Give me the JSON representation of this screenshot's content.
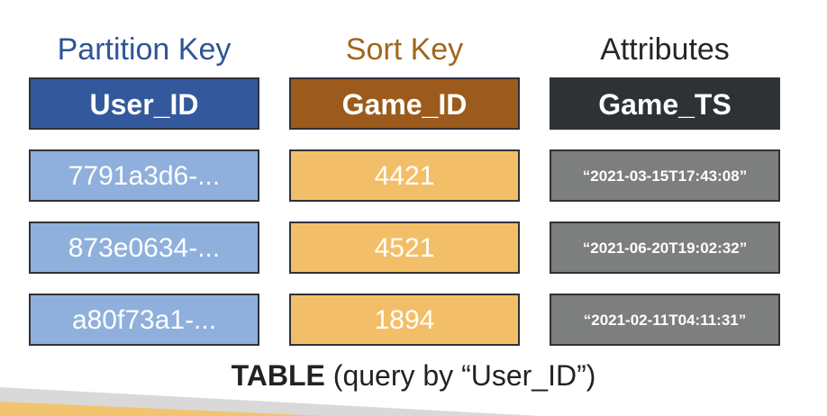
{
  "columns": {
    "partition": {
      "title": "Partition Key",
      "header": "User_ID",
      "color": "#2f5597"
    },
    "sort": {
      "title": "Sort Key",
      "header": "Game_ID",
      "color": "#a0661c"
    },
    "attributes": {
      "title": "Attributes",
      "header": "Game_TS",
      "color": "#262626"
    }
  },
  "rows": [
    {
      "user_id": "7791a3d6-...",
      "game_id": "4421",
      "game_ts": "“2021-03-15T17:43:08”"
    },
    {
      "user_id": "873e0634-...",
      "game_id": "4521",
      "game_ts": "“2021-06-20T19:02:32”"
    },
    {
      "user_id": "a80f73a1-...",
      "game_id": "1894",
      "game_ts": "“2021-02-11T04:11:31”"
    }
  ],
  "caption": {
    "bold": "TABLE",
    "rest": " (query by “User_ID”)"
  }
}
